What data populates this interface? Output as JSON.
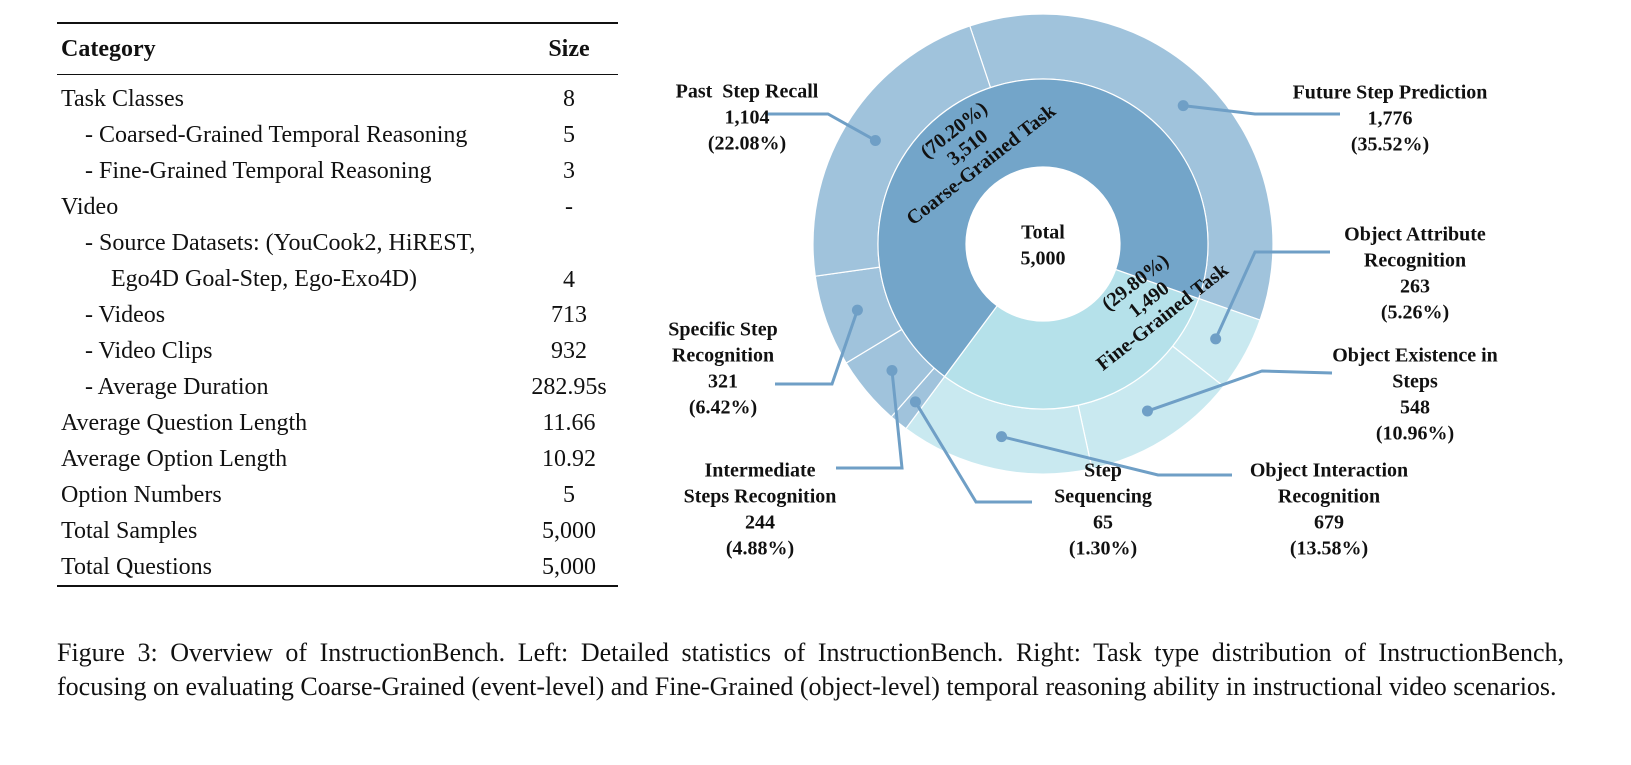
{
  "table": {
    "headers": {
      "category": "Category",
      "size": "Size"
    },
    "rows": [
      {
        "label": "Task Classes",
        "value": "8",
        "indent": 0
      },
      {
        "label": "- Coarsed-Grained Temporal Reasoning",
        "value": "5",
        "indent": 1
      },
      {
        "label": "- Fine-Grained Temporal Reasoning",
        "value": "3",
        "indent": 1
      },
      {
        "label": "Video",
        "value": "-",
        "indent": 0
      },
      {
        "label": "- Source Datasets: (YouCook2, HiREST,",
        "value": "",
        "indent": 1
      },
      {
        "label": "Ego4D Goal-Step, Ego-Exo4D)",
        "value": "4",
        "indent": 2
      },
      {
        "label": "- Videos",
        "value": "713",
        "indent": 1
      },
      {
        "label": "- Video Clips",
        "value": "932",
        "indent": 1
      },
      {
        "label": "- Average Duration",
        "value": "282.95s",
        "indent": 1
      },
      {
        "label": "Average Question Length",
        "value": "11.66",
        "indent": 0
      },
      {
        "label": "Average Option Length",
        "value": "10.92",
        "indent": 0
      },
      {
        "label": "Option Numbers",
        "value": "5",
        "indent": 0
      },
      {
        "label": "Total Samples",
        "value": "5,000",
        "indent": 0
      },
      {
        "label": "Total Questions",
        "value": "5,000",
        "indent": 0
      }
    ]
  },
  "chart_data": {
    "type": "pie",
    "subtype": "sunburst",
    "center": {
      "line1": "Total",
      "line2": "5,000"
    },
    "colors": {
      "outer_coarse": "#a0c3dc",
      "inner_coarse": "#73a5c9",
      "outer_fine": "#c9e9f0",
      "inner_fine": "#b5e1ea",
      "leader": "#6f9fc6"
    },
    "inner": [
      {
        "name": "Coarse-Grained Task",
        "value": 3510,
        "label": "3,510",
        "percent": "(70.20%)"
      },
      {
        "name": "Fine-Grained Task",
        "value": 1490,
        "label": "1,490",
        "percent": "(29.80%)"
      }
    ],
    "outer": [
      {
        "lines": [
          "Future Step Prediction"
        ],
        "value": 1776,
        "label": "1,776",
        "percent": "(35.52%)",
        "group": "coarse"
      },
      {
        "lines": [
          "Object Attribute",
          "Recognition"
        ],
        "value": 263,
        "label": "263",
        "percent": "(5.26%)",
        "group": "fine"
      },
      {
        "lines": [
          "Object Existence in",
          "Steps"
        ],
        "value": 548,
        "label": "548",
        "percent": "(10.96%)",
        "group": "fine"
      },
      {
        "lines": [
          "Object Interaction",
          "Recognition"
        ],
        "value": 679,
        "label": "679",
        "percent": "(13.58%)",
        "group": "fine"
      },
      {
        "lines": [
          "Step",
          "Sequencing"
        ],
        "value": 65,
        "label": "65",
        "percent": "(1.30%)",
        "group": "coarse"
      },
      {
        "lines": [
          "Intermediate",
          "Steps Recognition"
        ],
        "value": 244,
        "label": "244",
        "percent": "(4.88%)",
        "group": "coarse"
      },
      {
        "lines": [
          "Specific Step",
          "Recognition"
        ],
        "value": 321,
        "label": "321",
        "percent": "(6.42%)",
        "group": "coarse"
      },
      {
        "lines": [
          "Past  Step Recall"
        ],
        "value": 1104,
        "label": "1,104",
        "percent": "(22.08%)",
        "group": "coarse"
      }
    ]
  },
  "caption": "Figure 3: Overview of InstructionBench. Left: Detailed statistics of InstructionBench. Right: Task type distribution of InstructionBench, focusing on evaluating Coarse-Grained (event-level) and Fine-Grained (object-level) temporal reasoning ability in instructional video scenarios."
}
